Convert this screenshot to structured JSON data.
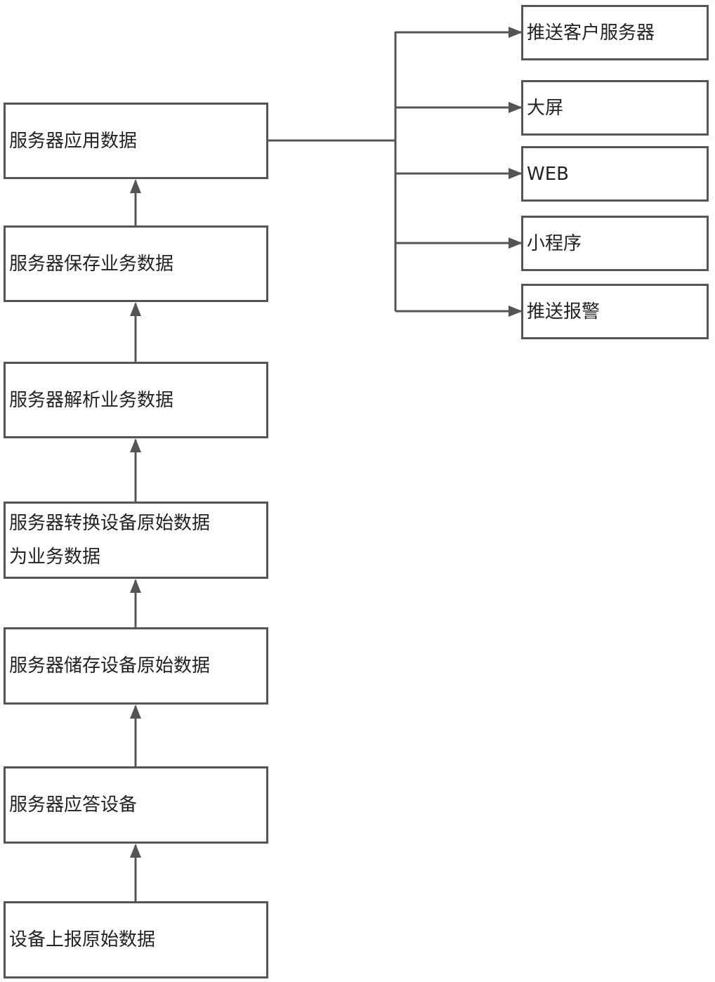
{
  "flow_steps": [
    "设备上报原始数据",
    "服务器应答设备",
    "服务器储存设备原始数据",
    "服务器转换设备原始数据为业务数据",
    "服务器解析业务数据",
    "服务器保存业务数据",
    "服务器应用数据"
  ],
  "step_labels": {
    "device_report": "设备上报原始数据",
    "server_reply": "服务器应答设备",
    "server_store_raw": "服务器储存设备原始数据",
    "server_convert_line1": "服务器转换设备原始数据",
    "server_convert_line2": "为业务数据",
    "server_parse": "服务器解析业务数据",
    "server_save": "服务器保存业务数据",
    "server_apply": "服务器应用数据"
  },
  "outputs": {
    "push_client_server": "推送客户服务器",
    "big_screen": "大屏",
    "web": "WEB",
    "mini_program": "小程序",
    "push_alarm": "推送报警"
  },
  "colors": {
    "line": "#555555",
    "text": "#222222",
    "background": "#ffffff"
  }
}
